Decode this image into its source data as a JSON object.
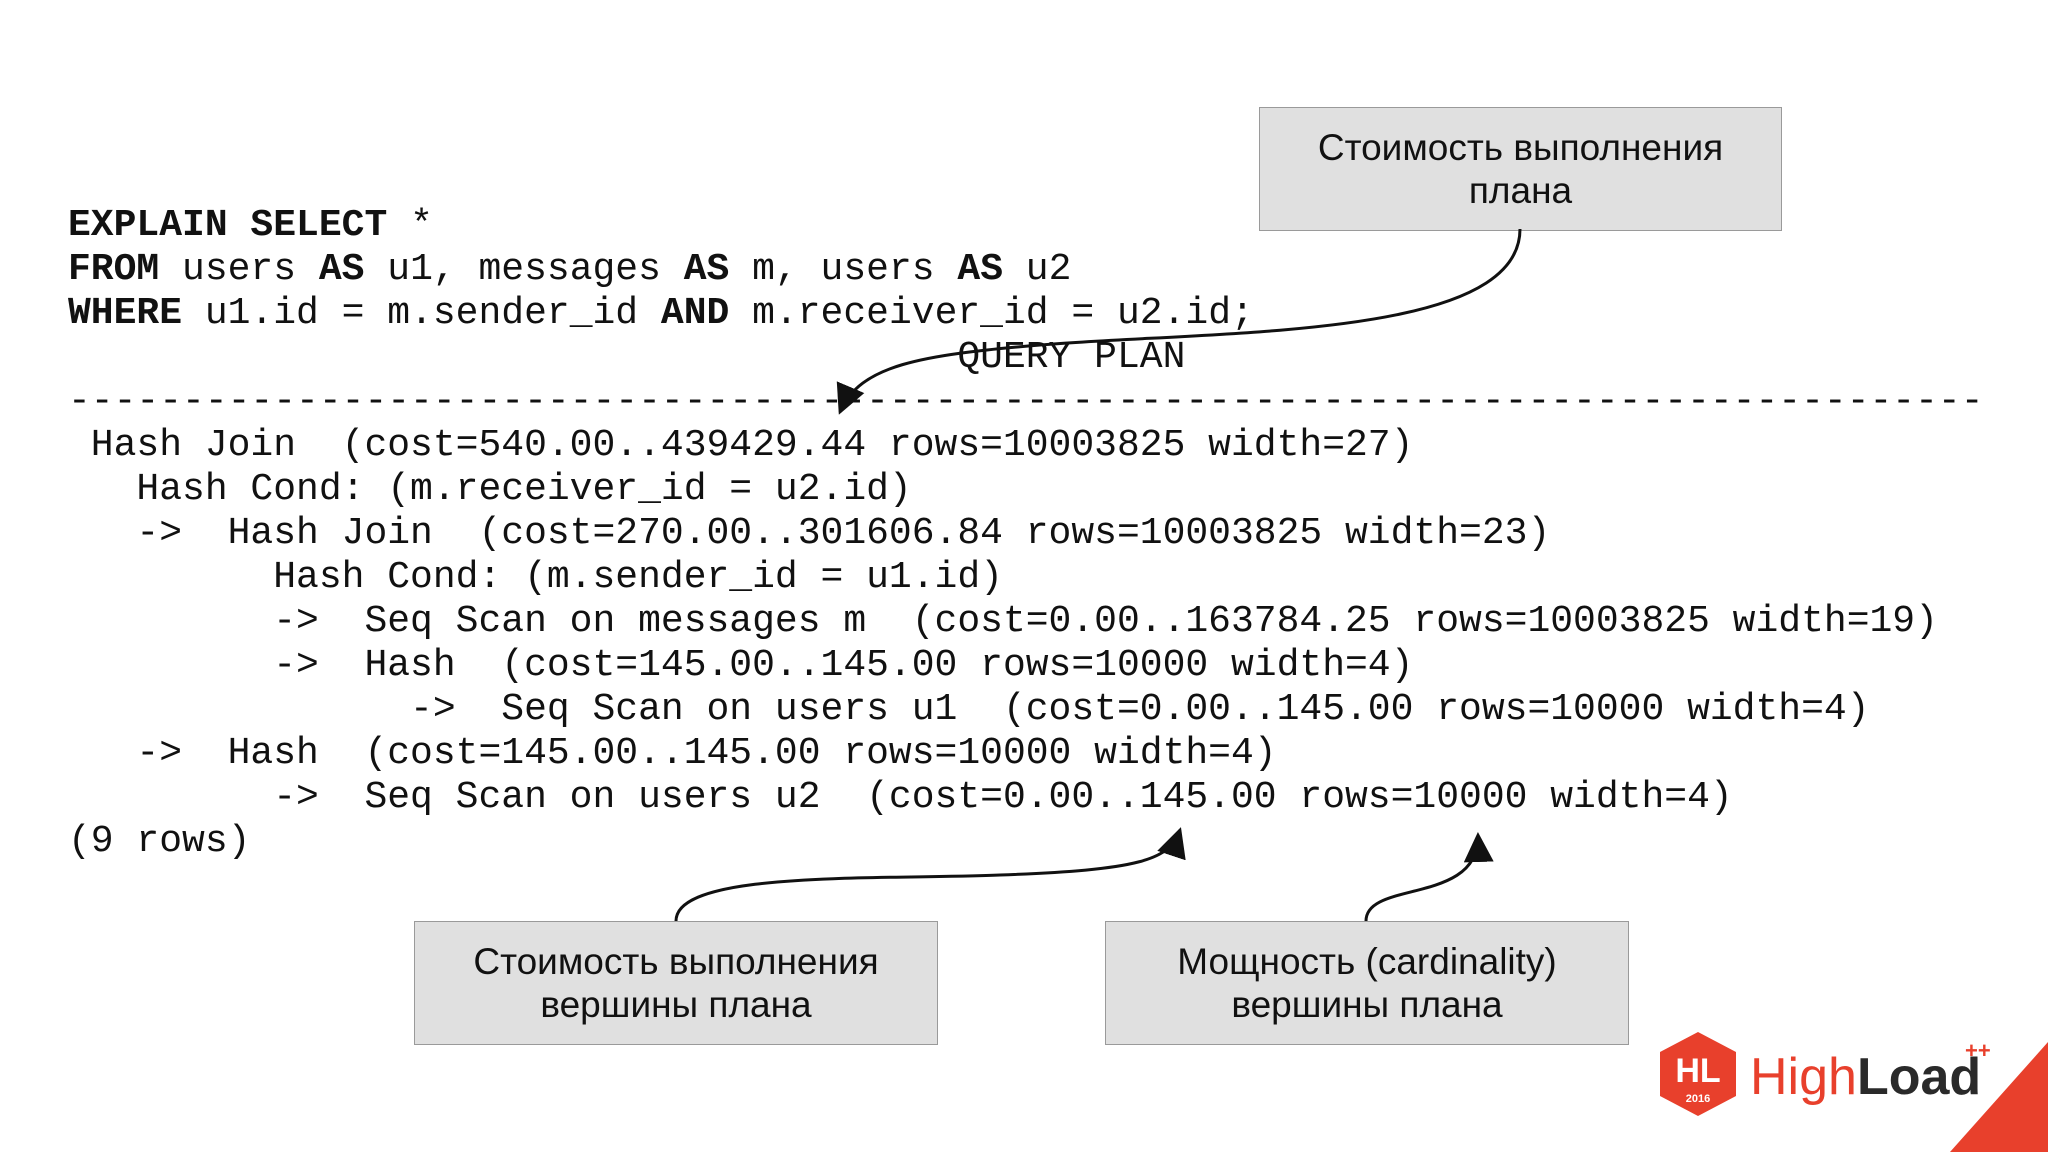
{
  "code": {
    "lines": [
      [
        {
          "t": "EXPLAIN SELECT",
          "b": true
        },
        {
          "t": " *"
        }
      ],
      [
        {
          "t": "FROM",
          "b": true
        },
        {
          "t": " users "
        },
        {
          "t": "AS",
          "b": true
        },
        {
          "t": " u1, messages "
        },
        {
          "t": "AS",
          "b": true
        },
        {
          "t": " m, users "
        },
        {
          "t": "AS",
          "b": true
        },
        {
          "t": " u2"
        }
      ],
      [
        {
          "t": "WHERE",
          "b": true
        },
        {
          "t": " u1.id = m.sender_id "
        },
        {
          "t": "AND",
          "b": true
        },
        {
          "t": " m.receiver_id = u2.id;"
        }
      ],
      [
        {
          "t": "                                       QUERY PLAN"
        }
      ],
      [
        {
          "t": "------------------------------------------------------------------------------------"
        }
      ],
      [
        {
          "t": " Hash Join  (cost=540.00..439429.44 rows=10003825 width=27)"
        }
      ],
      [
        {
          "t": "   Hash Cond: (m.receiver_id = u2.id)"
        }
      ],
      [
        {
          "t": "   ->  Hash Join  (cost=270.00..301606.84 rows=10003825 width=23)"
        }
      ],
      [
        {
          "t": "         Hash Cond: (m.sender_id = u1.id)"
        }
      ],
      [
        {
          "t": "         ->  Seq Scan on messages m  (cost=0.00..163784.25 rows=10003825 width=19)"
        }
      ],
      [
        {
          "t": "         ->  Hash  (cost=145.00..145.00 rows=10000 width=4)"
        }
      ],
      [
        {
          "t": "               ->  Seq Scan on users u1  (cost=0.00..145.00 rows=10000 width=4)"
        }
      ],
      [
        {
          "t": "   ->  Hash  (cost=145.00..145.00 rows=10000 width=4)"
        }
      ],
      [
        {
          "t": "         ->  Seq Scan on users u2  (cost=0.00..145.00 rows=10000 width=4)"
        }
      ],
      [
        {
          "t": "(9 rows)"
        }
      ]
    ]
  },
  "annotations": {
    "plan_cost": [
      "Стоимость выполнения",
      "плана"
    ],
    "node_cost": [
      "Стоимость выполнения",
      "вершины плана"
    ],
    "cardinality": [
      "Мощность (cardinality)",
      "вершины плана"
    ]
  },
  "logo": {
    "badge_text": "HL",
    "badge_year": "2016",
    "name_thin": "High",
    "name_bold": "Load",
    "superscript": "++"
  },
  "colors": {
    "accent": "#e8402c",
    "box_fill": "#e0e0e0",
    "box_border": "#9a9a9a"
  }
}
